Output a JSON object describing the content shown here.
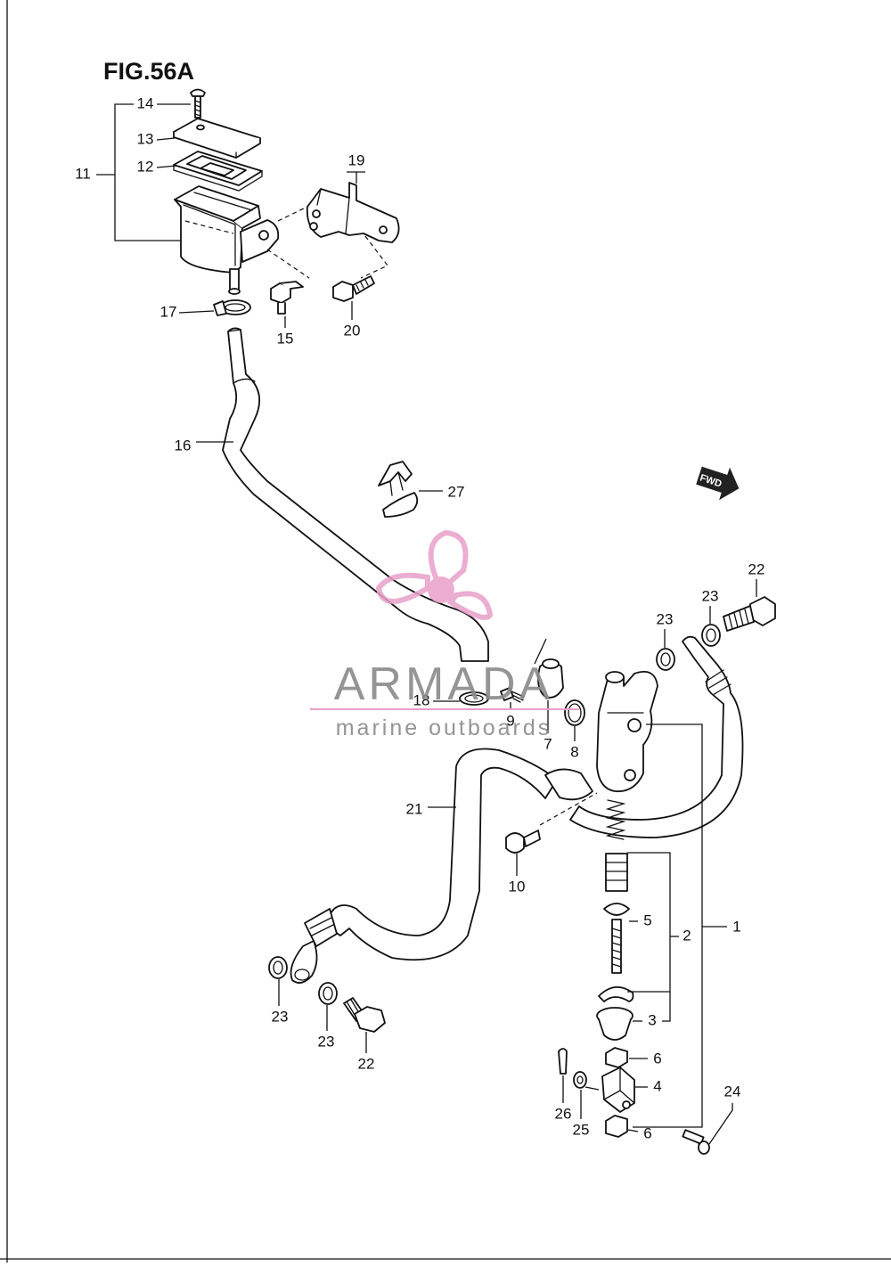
{
  "figure": {
    "title": "FIG.56A"
  },
  "direction_badge": {
    "text": "FWD"
  },
  "watermark": {
    "brand": "ARMADA",
    "tagline": "marine outboards",
    "color_text": "#8a8a8a",
    "color_mark": "#e8a0c8"
  },
  "part_numbers": {
    "p1": "1",
    "p2": "2",
    "p3": "3",
    "p4": "4",
    "p5": "5",
    "p6a": "6",
    "p6b": "6",
    "p7": "7",
    "p8": "8",
    "p9": "9",
    "p10": "10",
    "p11": "11",
    "p12": "12",
    "p13": "13",
    "p14": "14",
    "p15": "15",
    "p16": "16",
    "p17": "17",
    "p18": "18",
    "p19": "19",
    "p20": "20",
    "p21": "21",
    "p22a": "22",
    "p22b": "22",
    "p23a": "23",
    "p23b": "23",
    "p23c": "23",
    "p23d": "23",
    "p24": "24",
    "p25": "25",
    "p26": "26",
    "p27": "27"
  }
}
